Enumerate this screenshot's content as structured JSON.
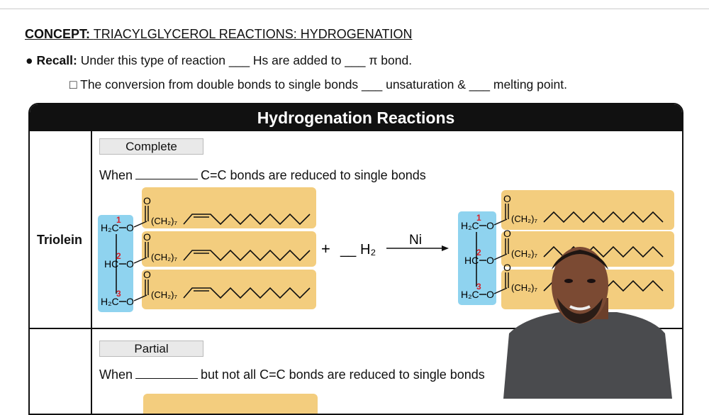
{
  "header": {
    "concept_label": "CONCEPT:",
    "concept_title": "TRIACYLGLYCEROL REACTIONS: HYDROGENATION"
  },
  "recall": {
    "bullet": "●",
    "label": "Recall:",
    "text": "Under this type of reaction ___ Hs are added to ___ π bond."
  },
  "sub_point": {
    "bullet": "□",
    "text": "The conversion from double bonds to single bonds ___ unsaturation & ___ melting point."
  },
  "table": {
    "title": "Hydrogenation Reactions",
    "row_label": "Triolein",
    "complete": {
      "tag": "Complete",
      "when": "When",
      "rest": "C=C bonds are reduced to single bonds"
    },
    "partial": {
      "tag": "Partial",
      "when": "When",
      "rest": "but not all C=C bonds are reduced to single bonds"
    }
  },
  "reaction": {
    "plus": "+",
    "blank": "__",
    "h2": "H₂",
    "catalyst": "Ni",
    "glycerol": [
      "H₂C",
      "HC",
      "H₂C"
    ],
    "positions": [
      "1",
      "2",
      "3"
    ],
    "oxygen": "O",
    "chain_label": "(CH₂)₇"
  },
  "colors": {
    "glycerol_box": "#8fd3ef",
    "chain_box": "#f3cd7e",
    "position_number": "#d6202a",
    "header_bg": "#111111"
  }
}
